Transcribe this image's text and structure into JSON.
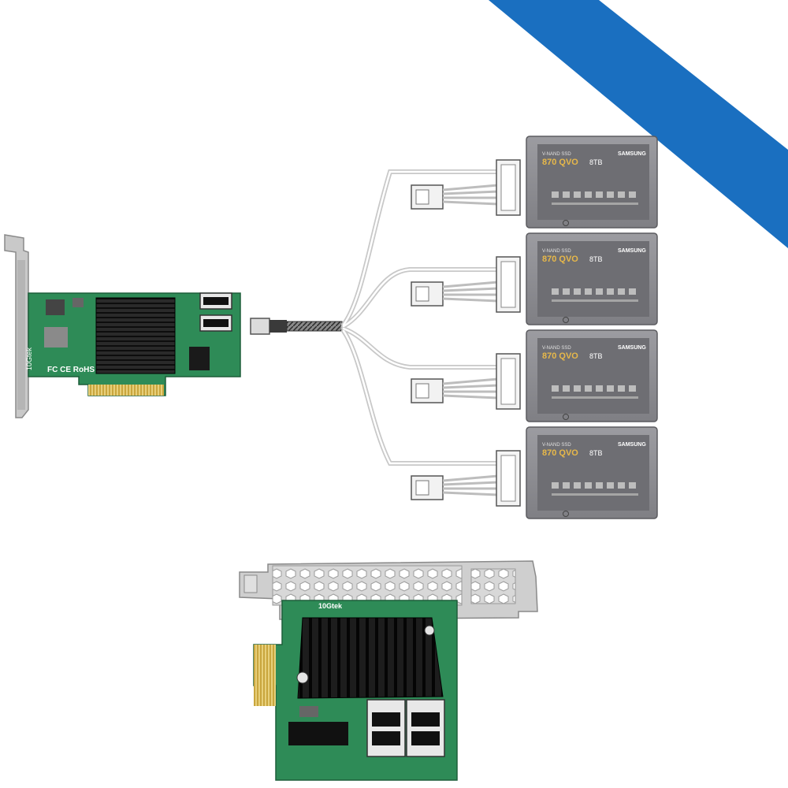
{
  "colors": {
    "accent_stripe": "#1A6FC0",
    "pcb_green": "#2E8B57",
    "heatsink": "#1C1C1C",
    "ssd_body": "#8E8E93",
    "ssd_label": "#6E6E73",
    "cable": "#D9D9D9",
    "gold_contacts": "#D4B24C"
  },
  "card_top": {
    "brand": "10Gtek",
    "marks": "FC CE RoHS"
  },
  "card_bottom": {
    "brand": "10Gtek"
  },
  "ssds": [
    {
      "model": "870 QVO",
      "capacity": "8TB",
      "maker": "SAMSUNG",
      "series": "V-NAND SSD"
    },
    {
      "model": "870 QVO",
      "capacity": "8TB",
      "maker": "SAMSUNG",
      "series": "V-NAND SSD"
    },
    {
      "model": "870 QVO",
      "capacity": "8TB",
      "maker": "SAMSUNG",
      "series": "V-NAND SSD"
    },
    {
      "model": "870 QVO",
      "capacity": "8TB",
      "maker": "SAMSUNG",
      "series": "V-NAND SSD"
    }
  ],
  "icons": [
    "pcie-card-icon",
    "sff-8643-cable-icon",
    "ssd-icon",
    "sata-power-connector-icon"
  ]
}
